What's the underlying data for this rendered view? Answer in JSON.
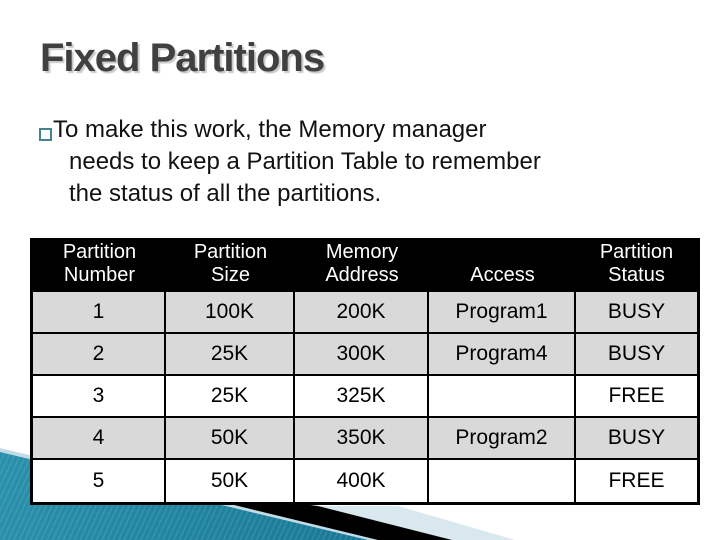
{
  "slide": {
    "title": "Fixed Partitions",
    "bullet": {
      "lines": [
        "To make this work, the Memory manager",
        "needs to keep a Partition Table to remember",
        "the status of all the partitions."
      ]
    },
    "table": {
      "headers": [
        {
          "line1": "Partition",
          "line2": "Number"
        },
        {
          "line1": "Partition",
          "line2": "Size"
        },
        {
          "line1": "Memory",
          "line2": "Address"
        },
        {
          "line1": "",
          "line2": "Access"
        },
        {
          "line1": "Partition",
          "line2": "Status"
        }
      ],
      "rows": [
        {
          "number": "1",
          "size": "100K",
          "address": "200K",
          "access": "Program1",
          "status": "BUSY"
        },
        {
          "number": "2",
          "size": "25K",
          "address": "300K",
          "access": "Program4",
          "status": "BUSY"
        },
        {
          "number": "3",
          "size": "25K",
          "address": "325K",
          "access": "",
          "status": "FREE"
        },
        {
          "number": "4",
          "size": "50K",
          "address": "350K",
          "access": "Program2",
          "status": "BUSY"
        },
        {
          "number": "5",
          "size": "50K",
          "address": "400K",
          "access": "",
          "status": "FREE"
        }
      ]
    },
    "colors": {
      "title_text": "#404040",
      "body_text": "#121212",
      "bullet_outline": "#45818e",
      "header_bg": "#000000",
      "header_text": "#ffffff",
      "row_shaded": "#d9d9d9",
      "row_plain": "#ffffff",
      "table_border": "#000000",
      "ribbon_teal": "#1b7c99",
      "ribbon_black": "#000000",
      "ribbon_pale_blue": "#d9e7ef",
      "ribbon_highlight": "#c2dce7"
    }
  }
}
